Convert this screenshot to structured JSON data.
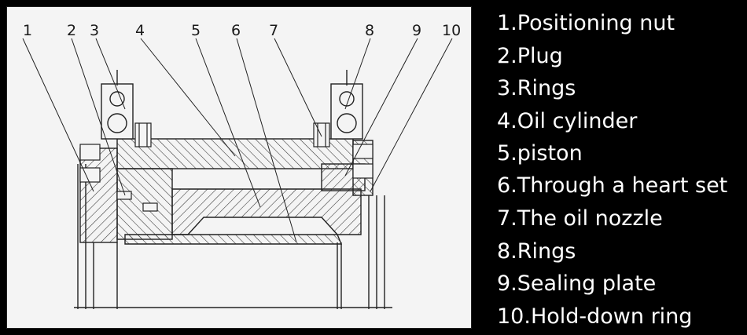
{
  "diagram": {
    "part_numbers": [
      "1",
      "2",
      "3",
      "4",
      "5",
      "6",
      "7",
      "8",
      "9",
      "10"
    ]
  },
  "legend": {
    "items": [
      "1.Positioning nut",
      "2.Plug",
      "3.Rings",
      "4.Oil cylinder",
      "5.piston",
      "6.Through a heart set",
      "7.The oil nozzle",
      "8.Rings",
      "9.Sealing plate",
      "10.Hold-down ring"
    ]
  }
}
